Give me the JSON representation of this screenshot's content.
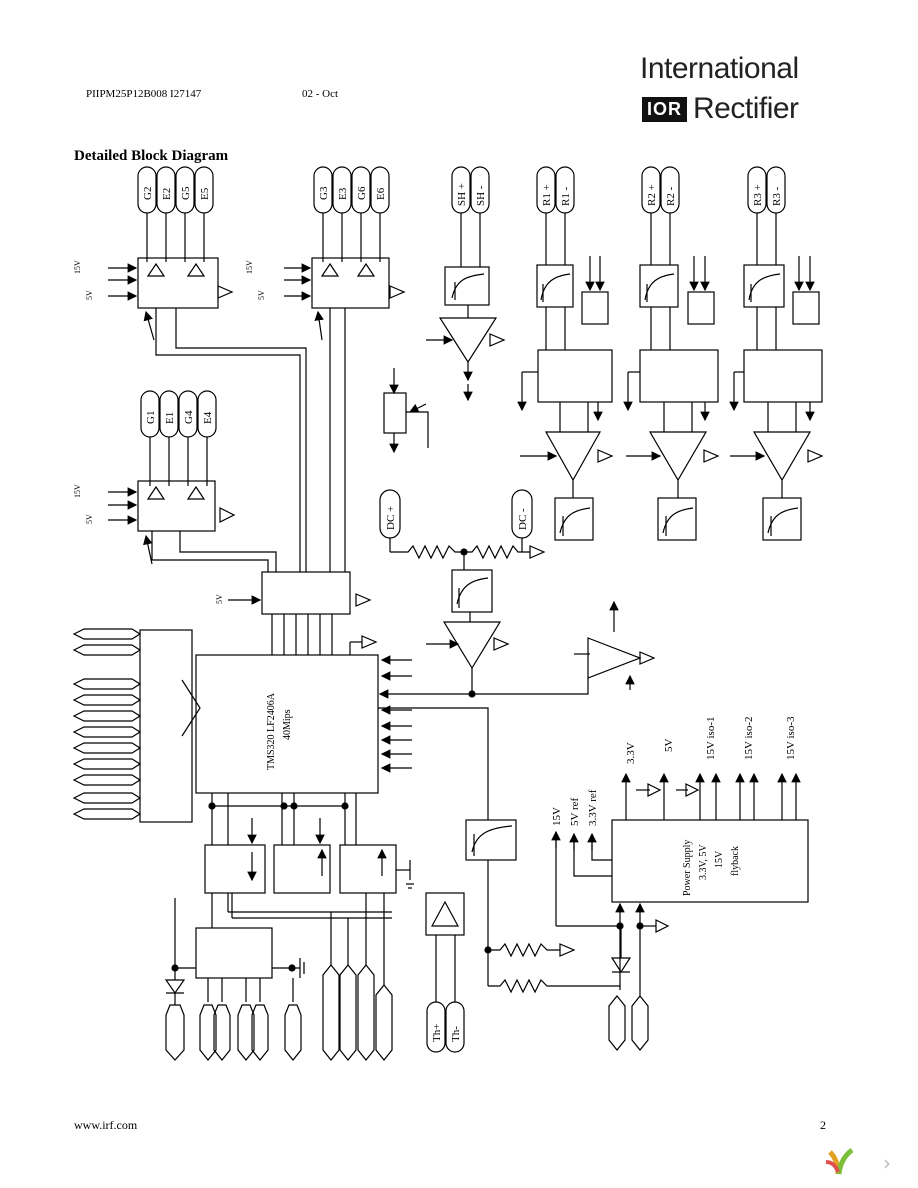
{
  "header": {
    "doc_code": "PIIPM25P12B008 I27147",
    "date": "02 - Oct"
  },
  "logo": {
    "line1": "International",
    "badge": "IOR",
    "line2": "Rectifier"
  },
  "title": "Detailed Block Diagram",
  "footer": {
    "url": "www.irf.com",
    "page": "2"
  },
  "connectors": {
    "g2": "G2",
    "e2": "E2",
    "g5": "G5",
    "e5": "E5",
    "g3": "G3",
    "e3": "E3",
    "g6": "G6",
    "e6": "E6",
    "g1": "G1",
    "e1": "E1",
    "g4": "G4",
    "e4": "E4",
    "shp": "SH +",
    "shm": "SH -",
    "r1p": "R1 +",
    "r1m": "R1 -",
    "r2p": "R2 +",
    "r2m": "R2 -",
    "r3p": "R3 +",
    "r3m": "R3 -",
    "dcp": "DC +",
    "dcm": "DC -",
    "thp": "Th+",
    "thm": "Th-"
  },
  "driver_labels": {
    "v15": "15V",
    "v5": "5V"
  },
  "dsp": {
    "name": "TMS320 LF2406A",
    "speed": "40Mips"
  },
  "supply": {
    "rails": [
      "3.3V",
      "5V",
      "15V iso-1",
      "15V iso-2",
      "15V iso-3"
    ],
    "inputs": [
      "15V",
      "5V ref",
      "3.3V ref"
    ],
    "label": [
      "Power Supply",
      "3.3V, 5V",
      "15V",
      "flyback"
    ]
  }
}
